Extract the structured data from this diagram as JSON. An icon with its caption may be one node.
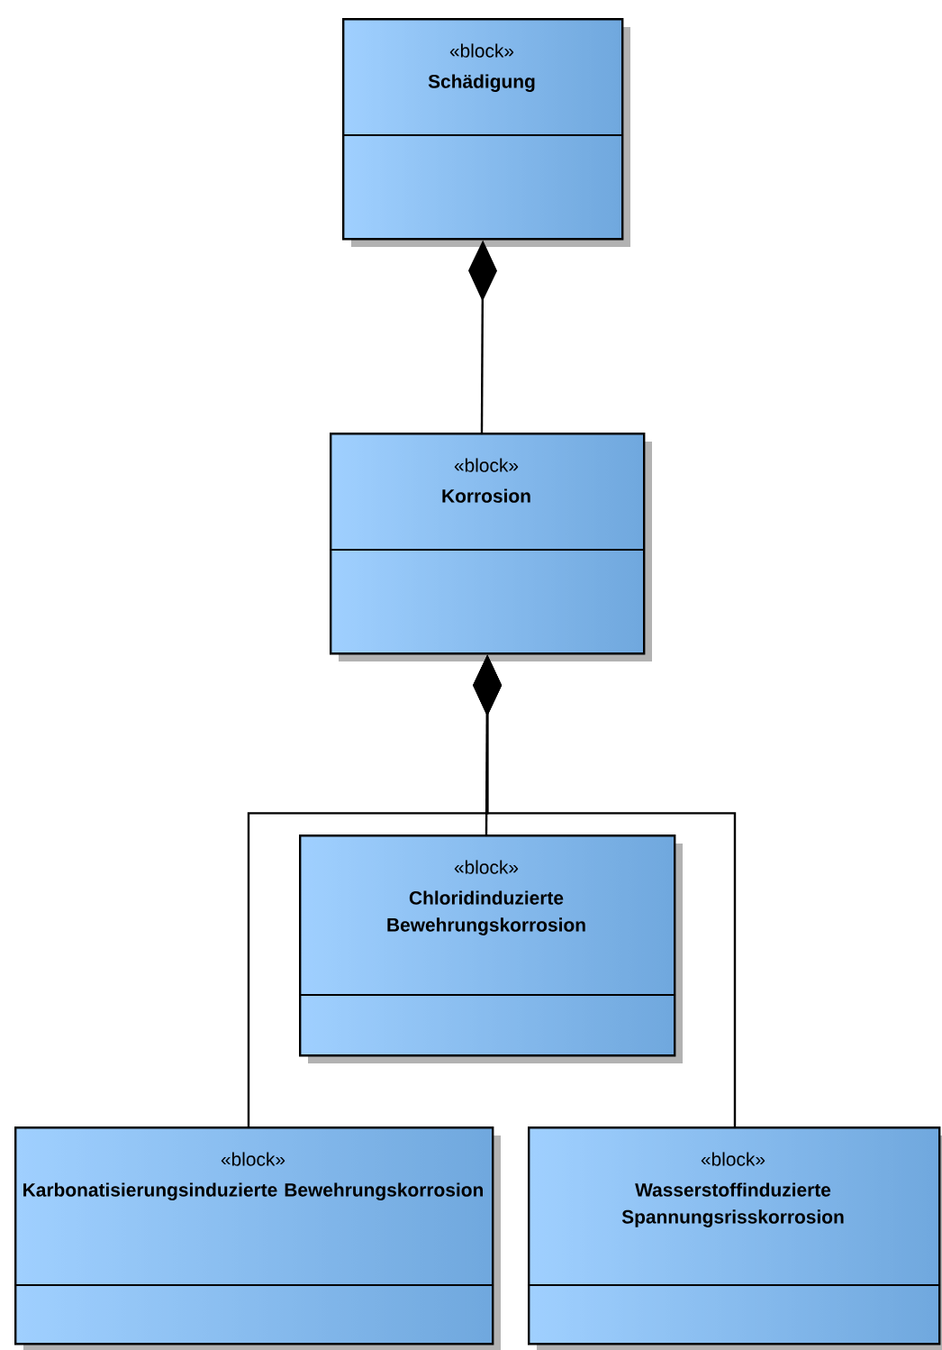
{
  "diagram": {
    "nodes": [
      {
        "text": [
          "«block»",
          "Schädigung"
        ]
      },
      {
        "text": [
          "«block»",
          "Korrosion"
        ]
      },
      {
        "text": [
          "«block»",
          "Chloridinduzierte Bewehrungskorrosion"
        ]
      },
      {
        "text": [
          "«block»",
          "Karbonatisierungsinduzierte Bewehrungskorrosion"
        ]
      },
      {
        "text": [
          "«block»",
          "Wasserstoffinduzierte Spannungsrisskorrosion"
        ]
      }
    ],
    "edges": [
      {
        "from": 0,
        "to": 1,
        "arrow": "other"
      },
      {
        "from": 1,
        "to": 2,
        "arrow": "other"
      },
      {
        "from": 1,
        "to": 3,
        "arrow": "other"
      },
      {
        "from": 1,
        "to": 4,
        "arrow": "other"
      }
    ]
  }
}
